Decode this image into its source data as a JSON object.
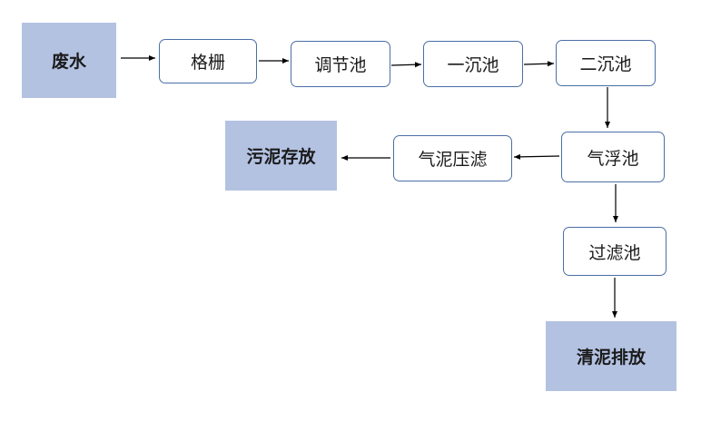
{
  "diagram": {
    "nodes": {
      "wastewater": "废水",
      "screen": "格栅",
      "equalization_tank": "调节池",
      "primary_settling_tank": "一沉池",
      "secondary_settling_tank": "二沉池",
      "flotation_tank": "气浮池",
      "sludge_press": "气泥压滤",
      "sludge_storage": "污泥存放",
      "filter_tank": "过滤池",
      "sludge_discharge": "清泥排放"
    },
    "edges": [
      [
        "wastewater",
        "screen"
      ],
      [
        "screen",
        "equalization_tank"
      ],
      [
        "equalization_tank",
        "primary_settling_tank"
      ],
      [
        "primary_settling_tank",
        "secondary_settling_tank"
      ],
      [
        "secondary_settling_tank",
        "flotation_tank"
      ],
      [
        "flotation_tank",
        "sludge_press"
      ],
      [
        "sludge_press",
        "sludge_storage"
      ],
      [
        "flotation_tank",
        "filter_tank"
      ],
      [
        "filter_tank",
        "sludge_discharge"
      ]
    ],
    "colors": {
      "terminal_fill": "#b4c2e2",
      "process_border": "#4a6fa5",
      "arrow": "#000000"
    }
  }
}
